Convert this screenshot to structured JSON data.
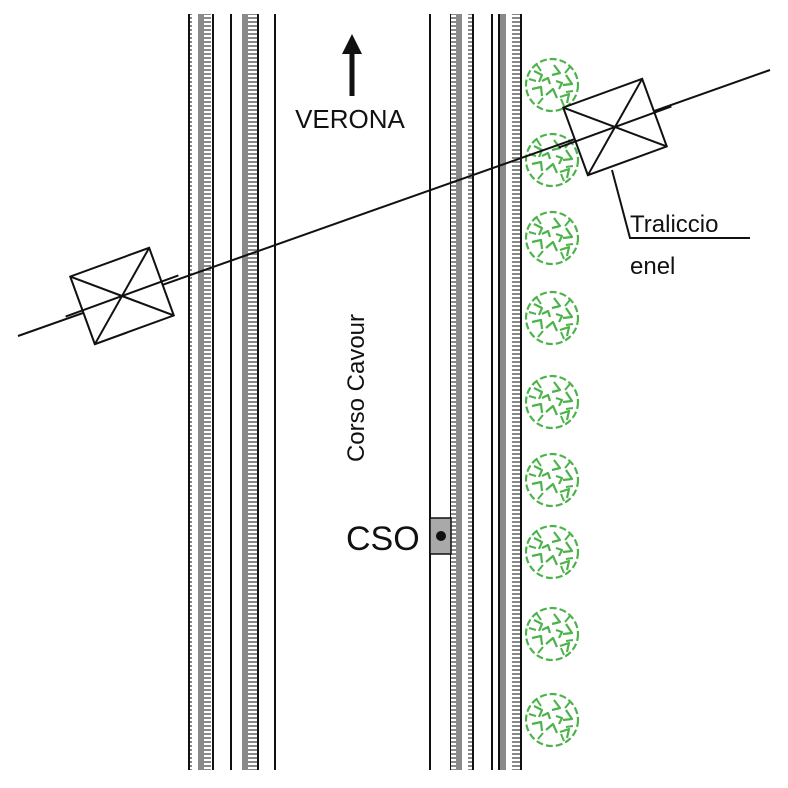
{
  "labels": {
    "direction": "VERONA",
    "street": "Corso Cavour",
    "cso": "CSO",
    "pylon_line1": "Traliccio",
    "pylon_line2": "enel"
  },
  "colors": {
    "line": "#111111",
    "curb": "#8a8a8a",
    "tree": "#4cb24a",
    "cso_box": "#a9a9a9"
  },
  "icons": {
    "north_arrow": "arrow-up-icon",
    "pylon": "pylon-cross-icon",
    "tree": "tree-canopy-icon",
    "cso": "cso-point-icon"
  }
}
